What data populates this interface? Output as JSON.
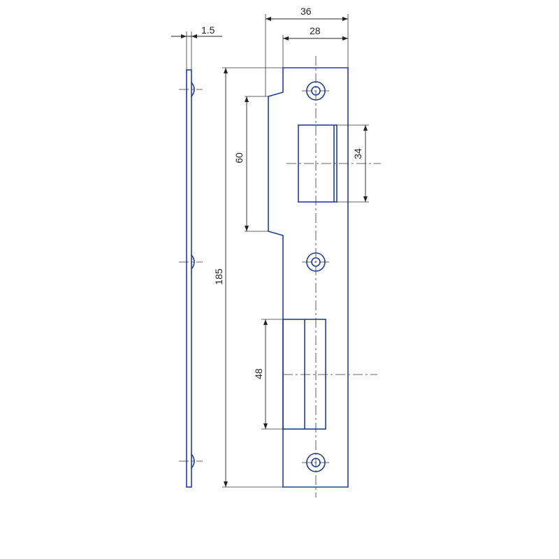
{
  "drawing": {
    "line_color": "#1f3f9a",
    "dimension_color": "#222222",
    "dimensions": {
      "thickness": "1.5",
      "total_width": "36",
      "plate_width": "28",
      "lip_length": "60",
      "upper_opening": "34",
      "lower_opening": "48",
      "total_height": "185"
    }
  }
}
